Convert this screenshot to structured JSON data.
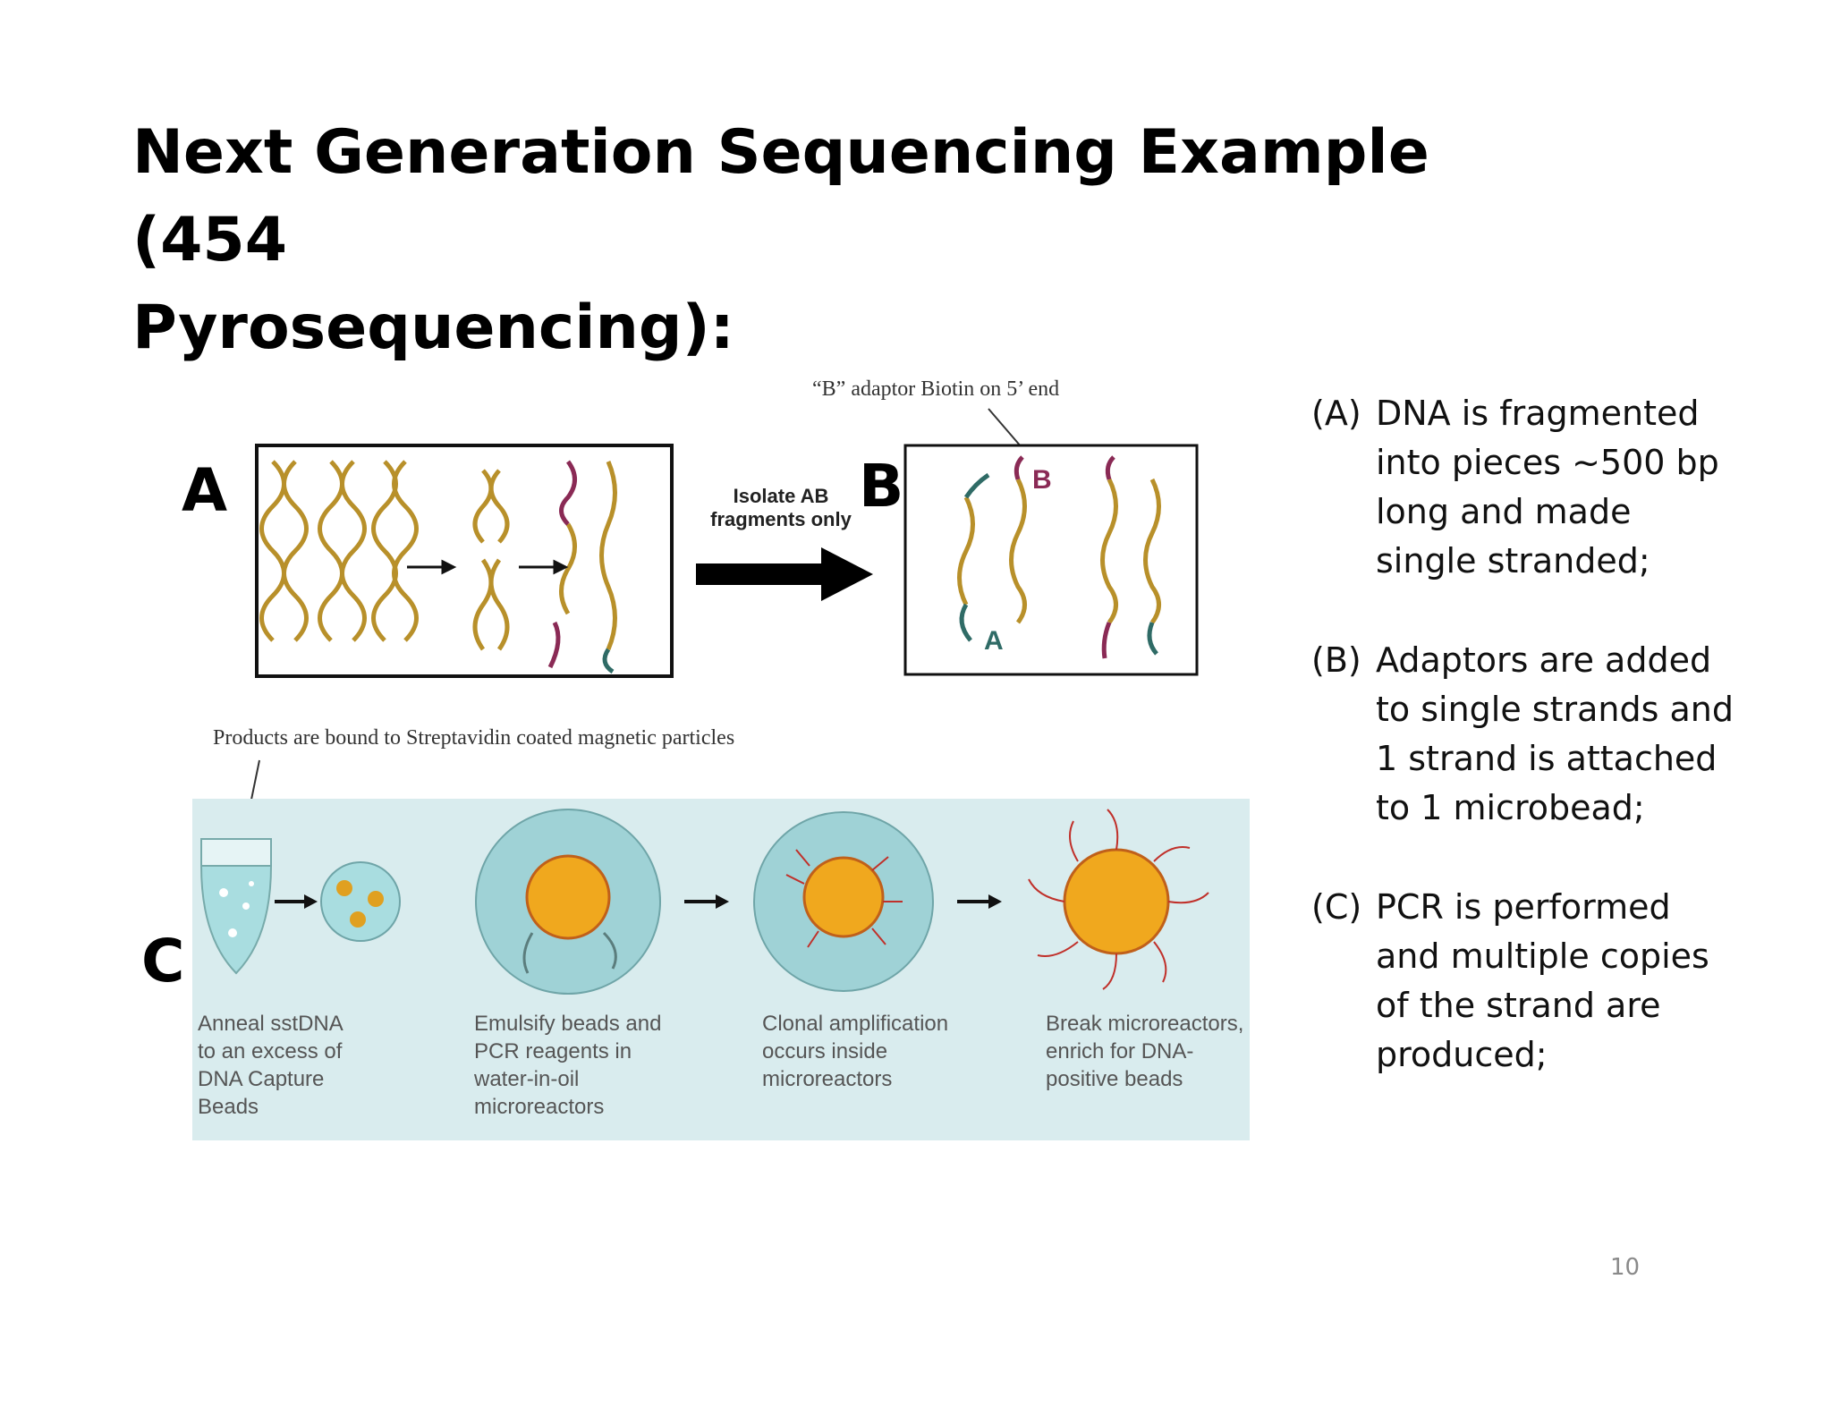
{
  "slide": {
    "title_line1": "Next Generation Sequencing Example (454",
    "title_line2": "Pyrosequencing):",
    "page_number": "10"
  },
  "figure": {
    "label_a": "A",
    "label_b": "B",
    "label_c": "C",
    "adaptor_caption": "“B” adaptor Biotin on 5’ end",
    "isolate_line1": "Isolate AB",
    "isolate_line2": "fragments only",
    "strand_label_b": "B",
    "strand_label_a": "A",
    "products_caption": "Products are bound to Streptavidin coated magnetic particles",
    "steps": [
      "Anneal sstDNA\nto an excess of\nDNA Capture\nBeads",
      "Emulsify beads and\nPCR reagents in\nwater-in-oil\nmicroreactors",
      "Clonal amplification\noccurs inside\nmicroreactors",
      "Break microreactors,\nenrich for DNA-\npositive beads"
    ]
  },
  "notes": [
    {
      "tag": "(A)",
      "text": "DNA is fragmented\ninto pieces ~500 bp\nlong and made\nsingle stranded;"
    },
    {
      "tag": "(B)",
      "text": "Adaptors are added\nto single strands and\n1 strand is attached\nto 1 microbead;"
    },
    {
      "tag": "(C)",
      "text": "PCR is performed\nand multiple copies\nof the strand are\nproduced;"
    }
  ]
}
